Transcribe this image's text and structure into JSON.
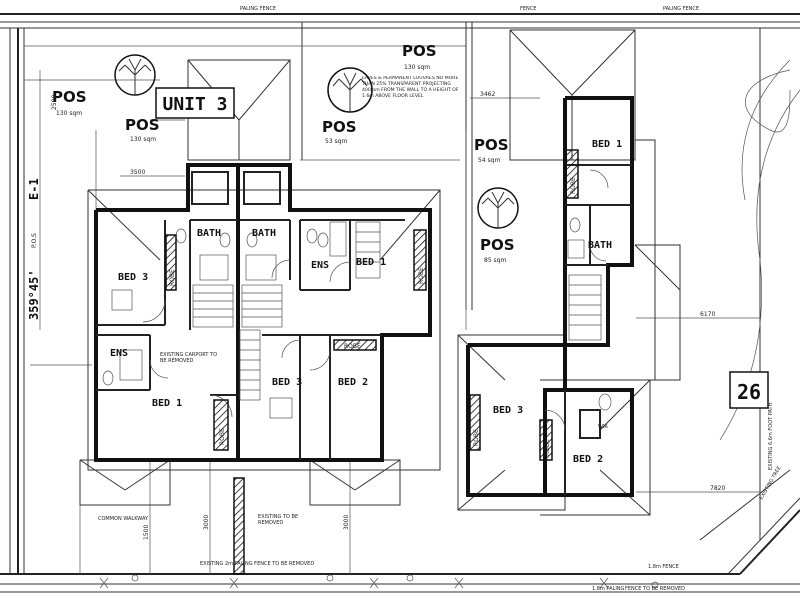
{
  "unit_label": "UNIT 3",
  "lot_number": "26",
  "pos": [
    {
      "label": "POS",
      "area": "130 sqm"
    },
    {
      "label": "POS",
      "area": "130 sqm"
    },
    {
      "label": "POS",
      "area": "130 sqm"
    },
    {
      "label": "POS",
      "area": "53 sqm"
    },
    {
      "label": "POS",
      "area": "54 sqm"
    },
    {
      "label": "POS",
      "area": "85 sqm"
    }
  ],
  "rooms": {
    "bed3_left": "BED 3",
    "bath_left": "BATH",
    "ens_left": "ENS",
    "bed1_left": "BED 1",
    "robe_a": "ROBE",
    "robe_b": "ROBE",
    "bath_mid": "BATH",
    "ens_mid": "ENS",
    "bed1_mid": "BED 1",
    "robe_c": "ROBE",
    "bed3_mid": "BED 3",
    "bed2_mid": "BED 2",
    "robe_d": "ROBE",
    "robe_e": "ROBE",
    "bed1_right": "BED 1",
    "bath_right": "BATH",
    "robe_f": "ROBE",
    "bed3_right": "BED 3",
    "robe_g": "ROBE",
    "bed2_right": "BED 2",
    "wir": "WIR"
  },
  "notes": {
    "carport": "EXISTING CARPORT TO BE REMOVED",
    "eaves": "EAVES & PERMANENT LOUVRES NO MORE THAN 25% TRANSPARENT PROJECTING 400mm FROM THE WALL TO A HEIGHT OF 1.6m ABOVE FLOOR LEVEL",
    "existing_bottom": "EXISTING TO BE REMOVED",
    "fence_bottom": "EXISTING 2m PALING FENCE TO BE REMOVED",
    "fence_top": "PALING FENCE",
    "fence_right": "1.8m FENCE",
    "fence_right2": "FENCE TO BE REMOVED",
    "fence_top_left": "FENCE",
    "fence_top_right": "PALING FENCE",
    "existing_carport_right": "EXISTING 6.6m FOOT PATH",
    "tree_right": "EXISTING TREE",
    "walkway": "COMMON WALKWAY",
    "cross_over": "1.8m PALING",
    "side_label": "E-1",
    "bearing": "359°45'",
    "bearing_suffix": "P.O.S"
  },
  "dimensions": {
    "d1": "3500",
    "d2": "3462",
    "d3": "6170",
    "d4": "7820",
    "d5": "3000",
    "d6": "1500",
    "d7": "3000",
    "d8": "2500"
  }
}
